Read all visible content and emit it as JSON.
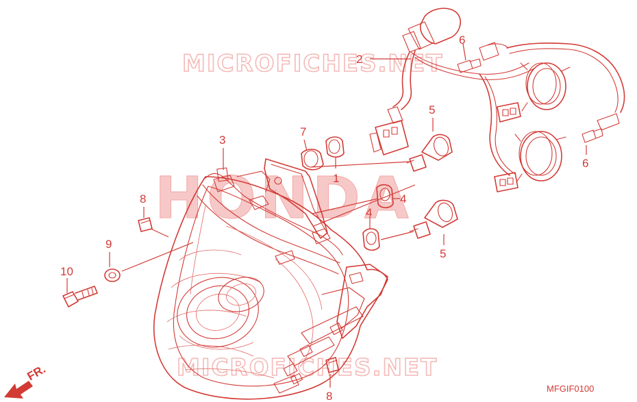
{
  "diagram": {
    "drawing_code": "MFGIF0100",
    "watermark_brand": "HONDA",
    "watermark_site": "MICROFICHES.NET",
    "watermark_site_lower": "MICROFICHES.NET",
    "direction_marker": "FR.",
    "colors": {
      "line": "#d23a35",
      "watermark": "#f4b9b7"
    },
    "callouts": {
      "c1": "1",
      "c2": "2",
      "c3": "3",
      "c4a": "4",
      "c4b": "4",
      "c5a": "5",
      "c5b": "5",
      "c6a": "6",
      "c6b": "6",
      "c7": "7",
      "c8a": "8",
      "c8b": "8",
      "c9": "9",
      "c10": "10"
    }
  }
}
